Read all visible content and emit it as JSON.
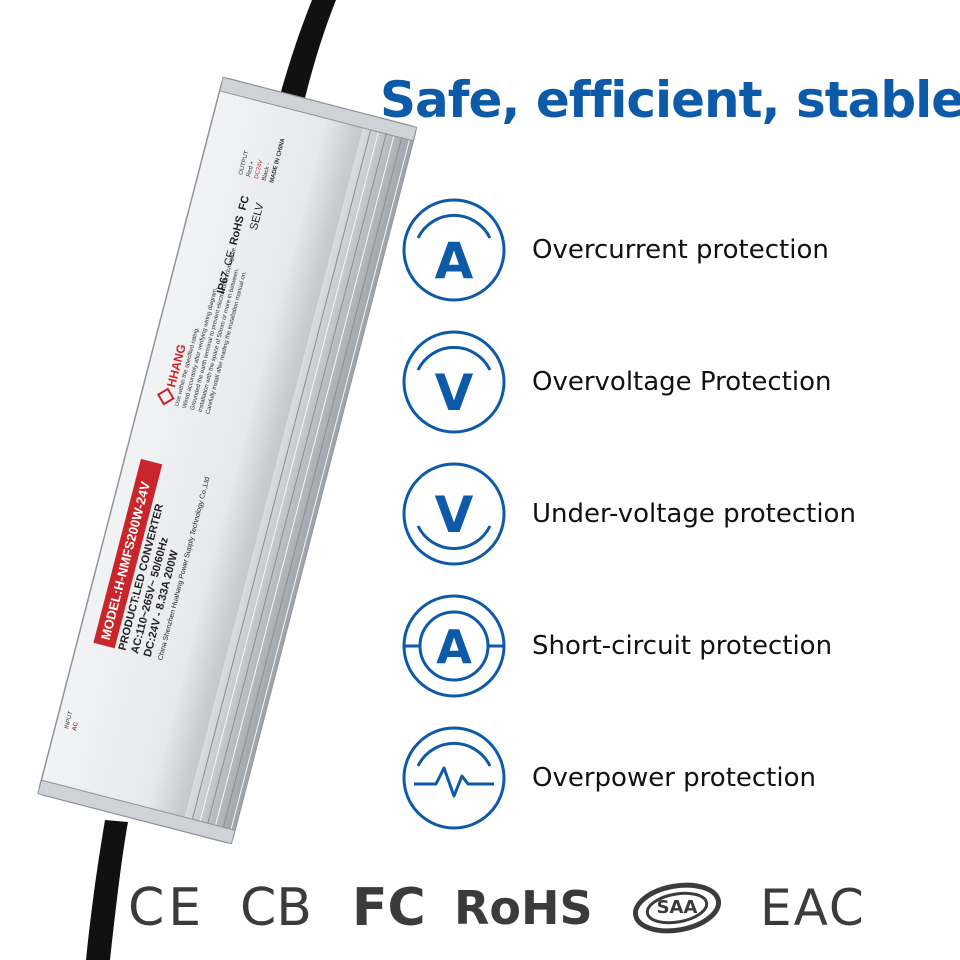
{
  "headline": "Safe, efficient, stable",
  "features": [
    {
      "label": "Overcurrent protection",
      "icon": "ammeter-icon",
      "glyph": "A"
    },
    {
      "label": "Overvoltage Protection",
      "icon": "voltmeter-icon",
      "glyph": "V"
    },
    {
      "label": "Under-voltage protection",
      "icon": "voltmeter-icon",
      "glyph": "V"
    },
    {
      "label": "Short-circuit protection",
      "icon": "short-circuit-ammeter-icon",
      "glyph": "A"
    },
    {
      "label": "Overpower protection",
      "icon": "power-wave-icon",
      "glyph": ""
    }
  ],
  "device": {
    "model": "MODEL:H-NMFS200W-24V",
    "brand": "HHANG",
    "product": "PRODUCT:LED CONVERTER",
    "ac": "AC:110~265V~ 50/60Hz",
    "dc": "DC:24V - 8.33A 200W",
    "company": "China Shenzhen Huahang Power Supply Technology Co.,Ltd",
    "ip": "IP67",
    "selv": "SELV",
    "rohs": "RoHS",
    "ce": "CE",
    "fc": "FC",
    "output": "OUTPUT",
    "input": "INPUT",
    "ac_tag": "AC",
    "made_in": "MADE IN CHINA",
    "red_plus": "Red +",
    "black_minus": "Black -",
    "dc24": "DC24V",
    "warn1": "Use within the specified rating.",
    "warn2": "Wired accurately after verifying wiring diagram.",
    "warn3": "Grounded the earth terminal to prevent electrocution during the.",
    "warn4": "Installation with the space of 50mm or more in between.",
    "warn5": "Carefully install after reading the installation manual on."
  },
  "certifications": [
    "CE",
    "CB",
    "FC",
    "RoHS",
    "SAA",
    "EAC"
  ],
  "colors": {
    "brand_blue": "#0d5aa8",
    "model_red": "#c8262b",
    "cert_gray": "#3b3b3b"
  }
}
